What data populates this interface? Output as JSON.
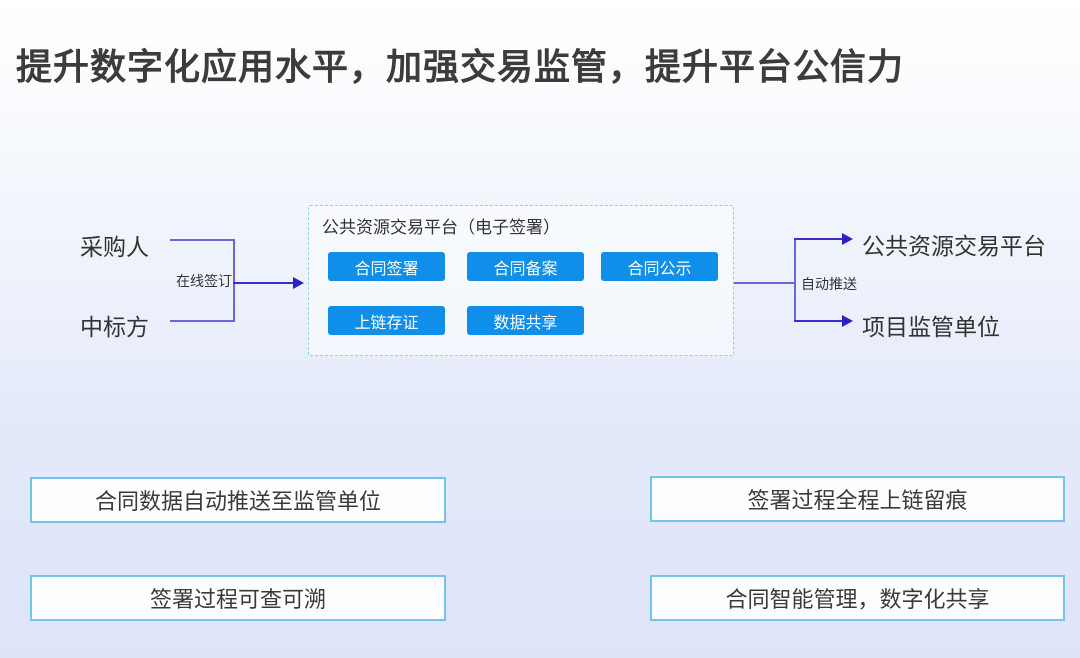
{
  "title": "提升数字化应用水平，加强交易监管，提升平台公信力",
  "flow": {
    "left_parties": [
      {
        "label": "采购人"
      },
      {
        "label": "中标方"
      }
    ],
    "left_arrow_label": "在线签订",
    "platform": {
      "title": "公共资源交易平台（电子签署）",
      "modules": [
        "合同签署",
        "合同备案",
        "合同公示",
        "上链存证",
        "数据共享"
      ]
    },
    "right_arrow_label": "自动推送",
    "right_targets": [
      {
        "label": "公共资源交易平台"
      },
      {
        "label": "项目监管单位"
      }
    ]
  },
  "benefits": [
    "合同数据自动推送至监管单位",
    "签署过程全程上链留痕",
    "签署过程可查可溯",
    "合同智能管理，数字化共享"
  ],
  "colors": {
    "module_button_blue": "#0f8eea",
    "connector_purple": "#6c63de",
    "arrow_blue_purple": "#2b21c6",
    "benefit_border_blue": "#72c4e9",
    "platform_dashed_border": "#8ed1ef",
    "title_text": "#3c3c3c"
  }
}
